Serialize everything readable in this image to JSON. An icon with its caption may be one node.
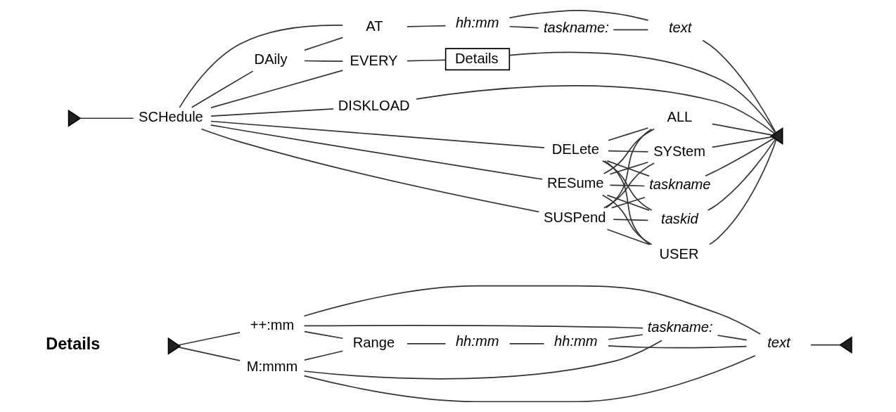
{
  "diagram": {
    "nodes": [
      {
        "text": [],
        "shape": "triangle"
      },
      {
        "text": [
          "SCHedule"
        ]
      },
      {
        "text": [
          "DAily"
        ]
      },
      {
        "text": [
          "AT"
        ]
      },
      {
        "text": [
          "hh:mm"
        ]
      },
      {
        "text": [
          "taskname:"
        ]
      },
      {
        "text": [
          "text"
        ]
      },
      {
        "text": [
          "EVERY"
        ]
      },
      {
        "text": [
          "Details"
        ]
      },
      {
        "text": [
          "DISKLOAD"
        ]
      },
      {
        "text": [
          "DELete"
        ]
      },
      {
        "text": [
          "RESume"
        ]
      },
      {
        "text": [
          "SUSPend"
        ]
      },
      {
        "text": [
          "ALL"
        ]
      },
      {
        "text": [
          "SYStem"
        ]
      },
      {
        "text": [
          "taskname"
        ]
      },
      {
        "text": [
          "taskid"
        ]
      },
      {
        "text": [
          "USER"
        ]
      },
      {
        "text": [],
        "shape": "triangle"
      },
      {
        "text": [],
        "shape": "triangle"
      },
      {
        "text": [
          "++:mm"
        ]
      },
      {
        "text": [
          "M:mmm"
        ]
      },
      {
        "text": [
          "Range"
        ]
      },
      {
        "text": [
          "hh:mm"
        ]
      },
      {
        "text": [
          "hh:mm"
        ]
      },
      {
        "text": [
          "taskname:"
        ]
      },
      {
        "text": [
          "text"
        ]
      },
      {
        "text": [],
        "shape": "triangle"
      }
    ],
    "edges": [
      {
        "from": 0,
        "to": 1,
        "arrow": "none"
      },
      {
        "from": 1,
        "to": 2,
        "arrow": "none"
      },
      {
        "from": 1,
        "to": 3,
        "arrow": "none"
      },
      {
        "from": 1,
        "to": 7,
        "arrow": "none"
      },
      {
        "from": 1,
        "to": 9,
        "arrow": "none"
      },
      {
        "from": 1,
        "to": 10,
        "arrow": "none"
      },
      {
        "from": 1,
        "to": 11,
        "arrow": "none"
      },
      {
        "from": 1,
        "to": 12,
        "arrow": "none"
      },
      {
        "from": 2,
        "to": 3,
        "arrow": "none"
      },
      {
        "from": 2,
        "to": 7,
        "arrow": "none"
      },
      {
        "from": 3,
        "to": 4,
        "arrow": "none"
      },
      {
        "from": 4,
        "to": 5,
        "arrow": "none"
      },
      {
        "from": 4,
        "to": 6,
        "arrow": "none"
      },
      {
        "from": 5,
        "to": 6,
        "arrow": "none"
      },
      {
        "from": 6,
        "to": 18,
        "arrow": "none"
      },
      {
        "from": 7,
        "to": 8,
        "arrow": "none"
      },
      {
        "from": 8,
        "to": 18,
        "arrow": "none"
      },
      {
        "from": 9,
        "to": 18,
        "arrow": "none"
      },
      {
        "from": 10,
        "to": 13,
        "arrow": "none"
      },
      {
        "from": 10,
        "to": 14,
        "arrow": "none"
      },
      {
        "from": 10,
        "to": 15,
        "arrow": "none"
      },
      {
        "from": 10,
        "to": 16,
        "arrow": "none"
      },
      {
        "from": 10,
        "to": 17,
        "arrow": "none"
      },
      {
        "from": 11,
        "to": 13,
        "arrow": "none"
      },
      {
        "from": 11,
        "to": 14,
        "arrow": "none"
      },
      {
        "from": 11,
        "to": 15,
        "arrow": "none"
      },
      {
        "from": 11,
        "to": 16,
        "arrow": "none"
      },
      {
        "from": 11,
        "to": 17,
        "arrow": "none"
      },
      {
        "from": 12,
        "to": 13,
        "arrow": "none"
      },
      {
        "from": 12,
        "to": 14,
        "arrow": "none"
      },
      {
        "from": 12,
        "to": 15,
        "arrow": "none"
      },
      {
        "from": 12,
        "to": 16,
        "arrow": "none"
      },
      {
        "from": 12,
        "to": 17,
        "arrow": "none"
      },
      {
        "from": 13,
        "to": 18,
        "arrow": "none"
      },
      {
        "from": 14,
        "to": 18,
        "arrow": "none"
      },
      {
        "from": 15,
        "to": 18,
        "arrow": "none"
      },
      {
        "from": 16,
        "to": 18,
        "arrow": "none"
      },
      {
        "from": 17,
        "to": 18,
        "arrow": "none"
      },
      {
        "from": 19,
        "to": 20,
        "arrow": "none"
      },
      {
        "from": 19,
        "to": 21,
        "arrow": "none"
      },
      {
        "from": 20,
        "to": 22,
        "arrow": "none"
      },
      {
        "from": 21,
        "to": 22,
        "arrow": "none"
      },
      {
        "from": 20,
        "to": 25,
        "arrow": "none"
      },
      {
        "from": 21,
        "to": 25,
        "arrow": "none"
      },
      {
        "from": 20,
        "to": 26,
        "arrow": "none"
      },
      {
        "from": 21,
        "to": 26,
        "arrow": "none"
      },
      {
        "from": 22,
        "to": 23,
        "arrow": "none"
      },
      {
        "from": 23,
        "to": 24,
        "arrow": "none"
      },
      {
        "from": 24,
        "to": 25,
        "arrow": "none"
      },
      {
        "from": 24,
        "to": 26,
        "arrow": "none"
      },
      {
        "from": 25,
        "to": 26,
        "arrow": "none"
      },
      {
        "from": 26,
        "to": 27,
        "arrow": "none"
      }
    ],
    "labels": [
      "Details"
    ]
  }
}
